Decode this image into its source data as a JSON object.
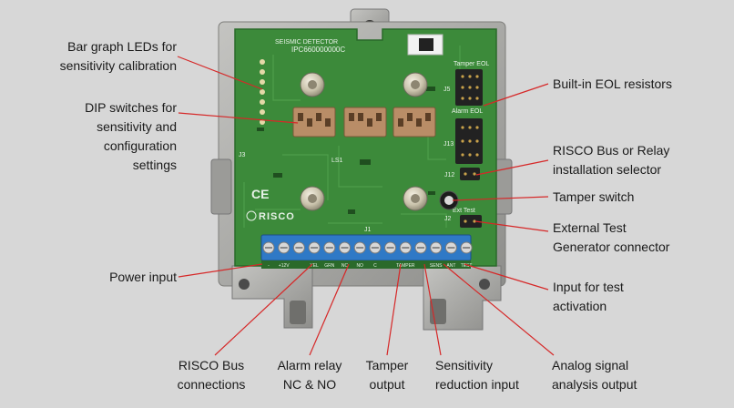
{
  "board": {
    "silk_top": "SEISMIC DETECTOR",
    "silk_model": "IPC660000000C",
    "silk_tamper_eol": "Tamper EOL",
    "silk_alarm_eol": "Alarm EOL",
    "silk_ext_test": "Ext Test",
    "silk_j1": "J1",
    "silk_j5": "J5",
    "silk_j3": "J3",
    "silk_j13": "J13",
    "silk_j12": "J12",
    "silk_j2": "J2",
    "silk_ls1": "LS1",
    "silk_ce": "CE",
    "brand": "RISCO",
    "terminal_labels": [
      "-",
      "+12V",
      "",
      "YEL",
      "GRN",
      "NC",
      "NO",
      "C",
      "",
      "TAMPER",
      "",
      "SENS",
      "ANT",
      "TEST"
    ],
    "colors": {
      "pcb": "#3c8a3a",
      "terminal": "#2f79c6",
      "pointer": "#d62828",
      "metal": "#a9a9a6"
    }
  },
  "labels": {
    "bar_graph": "Bar graph LEDs for\nsensitivity calibration",
    "dip_switches": "DIP switches for\nsensitivity and\nconfiguration\nsettings",
    "eol_resistors": "Built-in EOL resistors",
    "bus_relay_selector": "RISCO Bus or Relay\ninstallation selector",
    "tamper_switch": "Tamper switch",
    "ext_test": "External Test\nGenerator connector",
    "power_input": "Power input",
    "test_activation": "Input for test\nactivation",
    "risco_bus": "RISCO Bus\nconnections",
    "alarm_relay": "Alarm relay\nNC & NO",
    "tamper_output": "Tamper\noutput",
    "sensitivity_reduction": "Sensitivity\nreduction input",
    "analog_output": "Analog signal\nanalysis output"
  }
}
